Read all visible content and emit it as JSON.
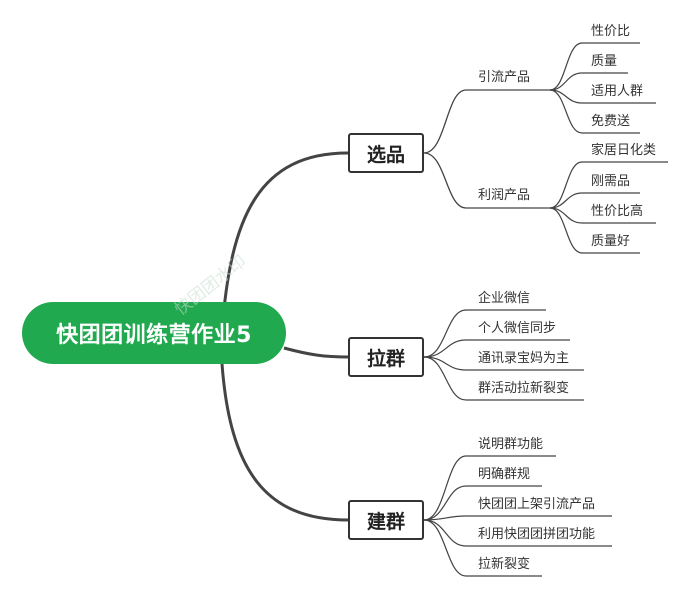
{
  "root": {
    "label": "快团团训练营作业5"
  },
  "branches": [
    {
      "label": "选品",
      "subs": [
        {
          "label": "引流产品",
          "leaves": [
            "性价比",
            "质量",
            "适用人群",
            "免费送"
          ]
        },
        {
          "label": "利润产品",
          "leaves": [
            "家居日化类",
            "刚需品",
            "性价比高",
            "质量好"
          ]
        }
      ]
    },
    {
      "label": "拉群",
      "leaves": [
        "企业微信",
        "个人微信同步",
        "通讯录宝妈为主",
        "群活动拉新裂变"
      ]
    },
    {
      "label": "建群",
      "leaves": [
        "说明群功能",
        "明确群规",
        "快团团上架引流产品",
        "利用快团团拼团功能",
        "拉新裂变"
      ]
    }
  ],
  "watermark": "快团团水印",
  "colors": {
    "root_bg": "#21a94f",
    "line": "#444444",
    "text": "#333333"
  }
}
